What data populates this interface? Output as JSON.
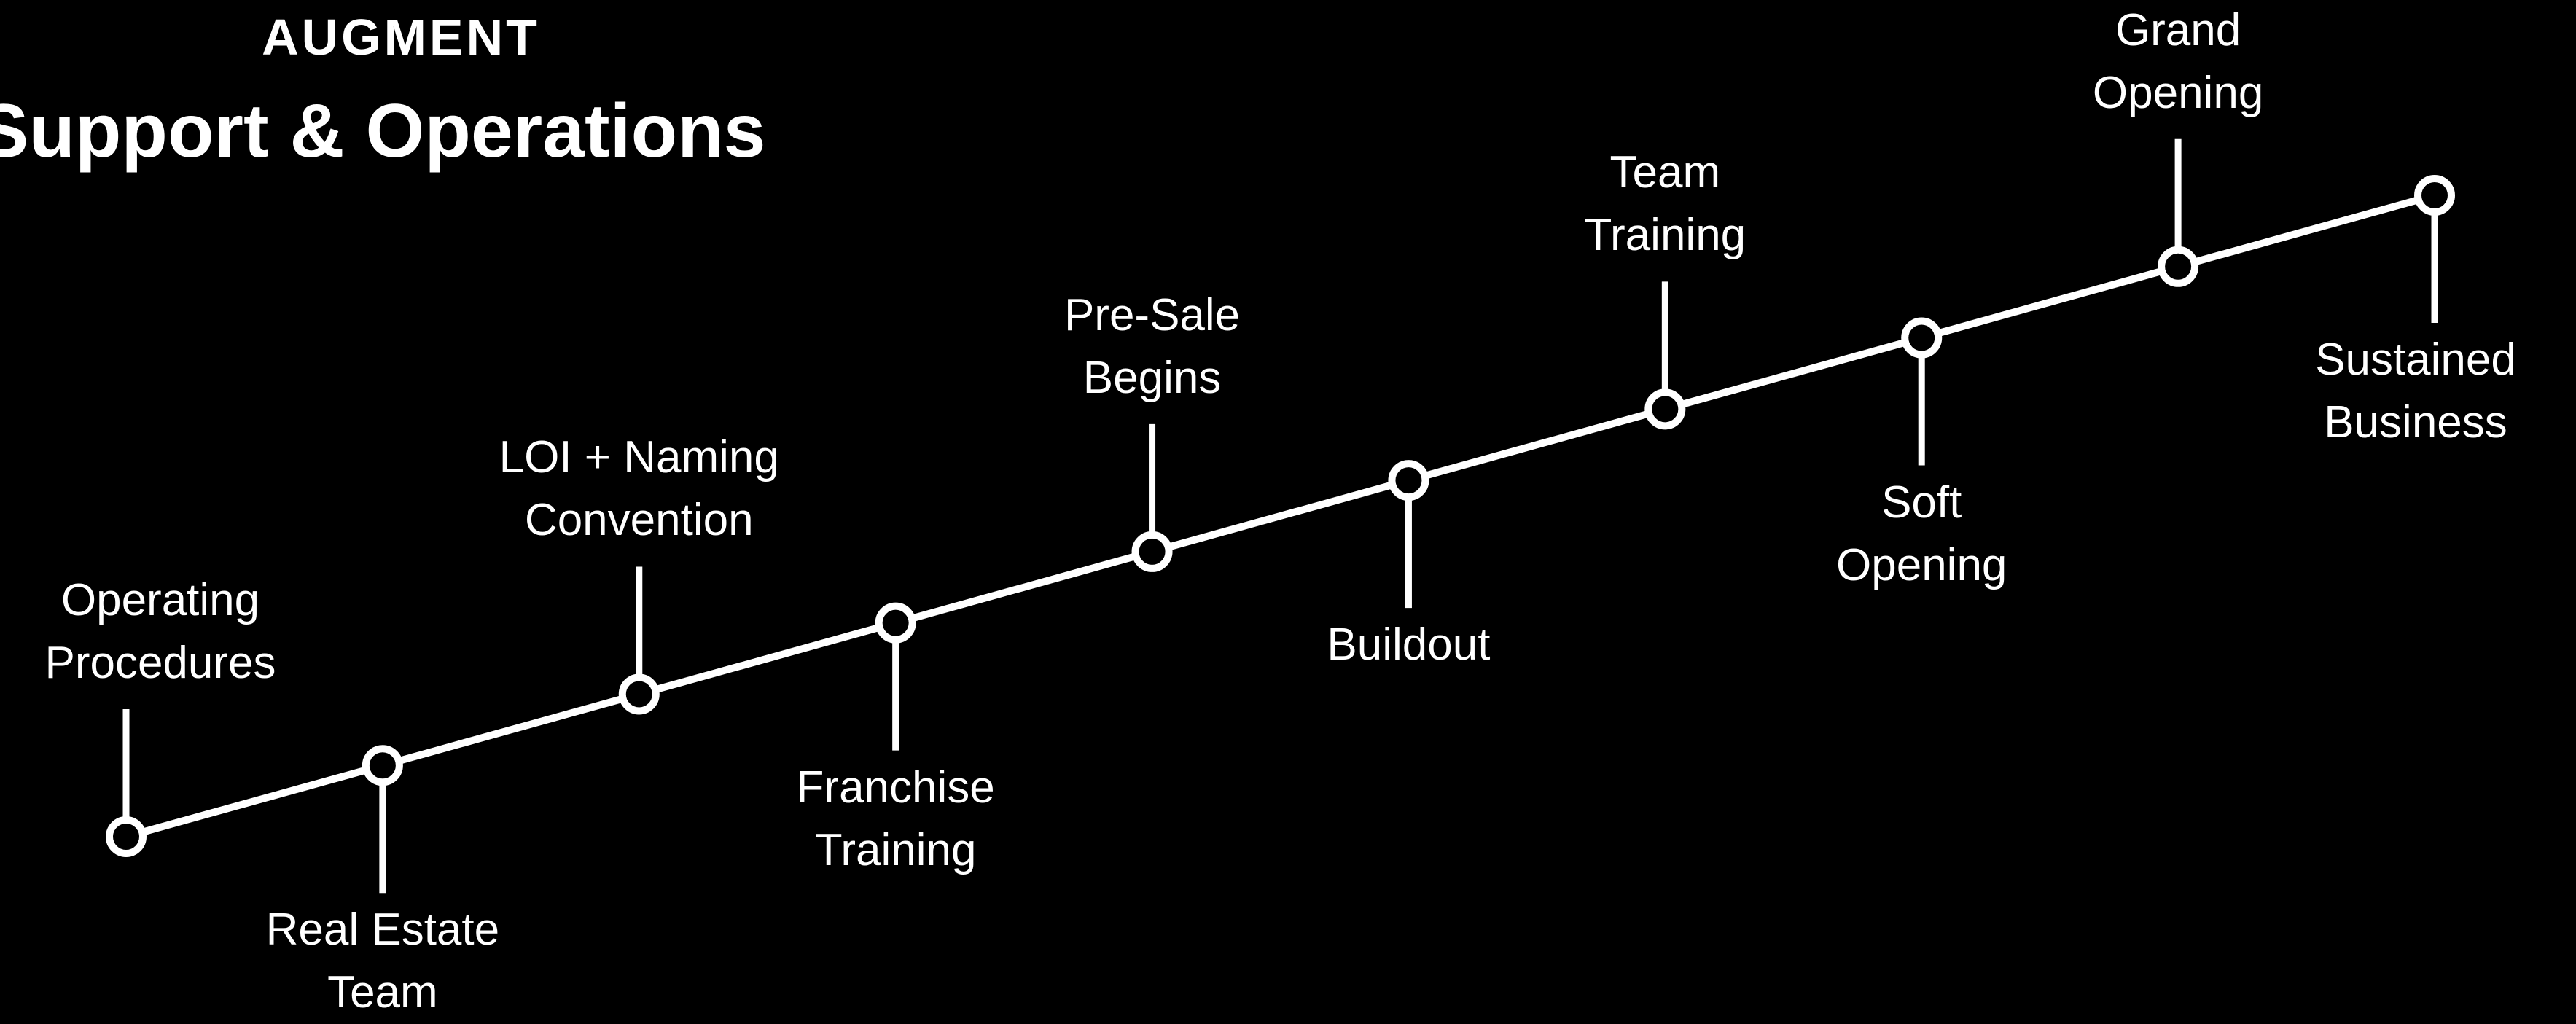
{
  "header": {
    "brand": "AUGMENT",
    "title": "Support & Operations"
  },
  "colors": {
    "background": "#000000",
    "foreground": "#ffffff"
  },
  "milestones": [
    {
      "line1": "Operating",
      "line2": "Procedures",
      "position": "above"
    },
    {
      "line1": "Real Estate",
      "line2": "Team",
      "position": "below"
    },
    {
      "line1": "LOI + Naming",
      "line2": "Convention",
      "position": "above"
    },
    {
      "line1": "Franchise",
      "line2": "Training",
      "position": "below"
    },
    {
      "line1": "Pre-Sale",
      "line2": "Begins",
      "position": "above"
    },
    {
      "line1": "Buildout",
      "line2": "",
      "position": "below"
    },
    {
      "line1": "Team",
      "line2": "Training",
      "position": "above"
    },
    {
      "line1": "Soft",
      "line2": "Opening",
      "position": "below"
    },
    {
      "line1": "Grand",
      "line2": "Opening",
      "position": "above"
    },
    {
      "line1": "Sustained",
      "line2": "Business",
      "position": "below"
    }
  ]
}
